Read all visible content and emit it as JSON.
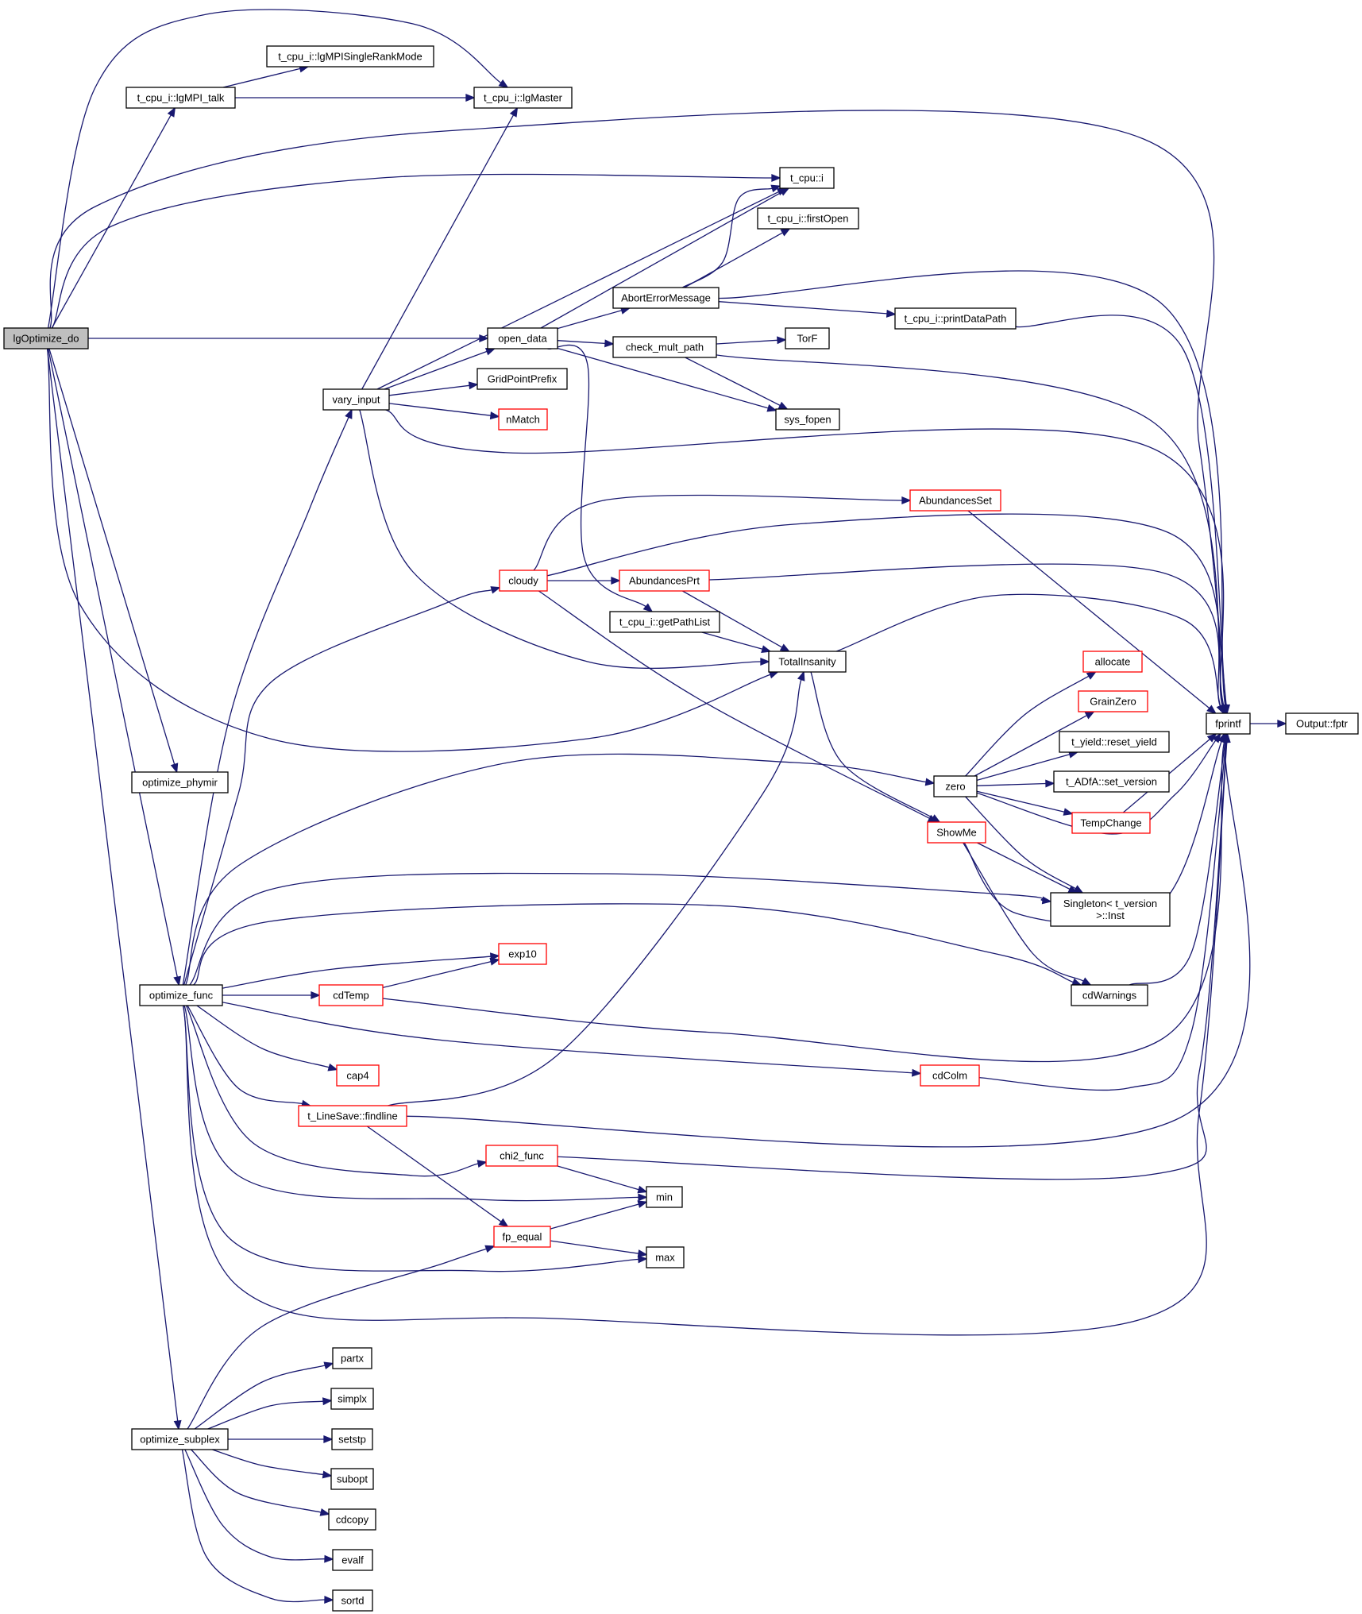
{
  "graph": {
    "root": "lgOptimize_do",
    "colors": {
      "edge": "#191970",
      "node_border": "#000000",
      "truncated_border": "#ff0000",
      "root_fill": "#bfbfbf"
    },
    "nodes": [
      {
        "id": "lgOptimize_do",
        "lines": [
          "lgOptimize_do"
        ],
        "root": true
      },
      {
        "id": "lgMPI_talk",
        "lines": [
          "t_cpu_i::lgMPI_talk"
        ]
      },
      {
        "id": "lgMPISingleRankMode",
        "lines": [
          "t_cpu_i::lgMPISingleRankMode"
        ]
      },
      {
        "id": "lgMaster",
        "lines": [
          "t_cpu_i::lgMaster"
        ]
      },
      {
        "id": "t_cpu_i",
        "lines": [
          "t_cpu::i"
        ]
      },
      {
        "id": "firstOpen",
        "lines": [
          "t_cpu_i::firstOpen"
        ]
      },
      {
        "id": "AbortErrorMessage",
        "lines": [
          "AbortErrorMessage"
        ]
      },
      {
        "id": "printDataPath",
        "lines": [
          "t_cpu_i::printDataPath"
        ]
      },
      {
        "id": "open_data",
        "lines": [
          "open_data"
        ]
      },
      {
        "id": "check_mult_path",
        "lines": [
          "check_mult_path"
        ]
      },
      {
        "id": "TorF",
        "lines": [
          "TorF"
        ]
      },
      {
        "id": "vary_input",
        "lines": [
          "vary_input"
        ]
      },
      {
        "id": "GridPointPrefix",
        "lines": [
          "GridPointPrefix"
        ]
      },
      {
        "id": "nMatch",
        "lines": [
          "nMatch"
        ],
        "truncated": true
      },
      {
        "id": "sys_fopen",
        "lines": [
          "sys_fopen"
        ]
      },
      {
        "id": "AbundancesSet",
        "lines": [
          "AbundancesSet"
        ],
        "truncated": true
      },
      {
        "id": "cloudy",
        "lines": [
          "cloudy"
        ],
        "truncated": true
      },
      {
        "id": "AbundancesPrt",
        "lines": [
          "AbundancesPrt"
        ],
        "truncated": true
      },
      {
        "id": "getPathList",
        "lines": [
          "t_cpu_i::getPathList"
        ]
      },
      {
        "id": "TotalInsanity",
        "lines": [
          "TotalInsanity"
        ]
      },
      {
        "id": "allocate",
        "lines": [
          "allocate"
        ],
        "truncated": true
      },
      {
        "id": "GrainZero",
        "lines": [
          "GrainZero"
        ],
        "truncated": true
      },
      {
        "id": "fprintf",
        "lines": [
          "fprintf"
        ]
      },
      {
        "id": "Output_fptr",
        "lines": [
          "Output::fptr"
        ]
      },
      {
        "id": "reset_yield",
        "lines": [
          "t_yield::reset_yield"
        ]
      },
      {
        "id": "optimize_phymir",
        "lines": [
          "optimize_phymir"
        ]
      },
      {
        "id": "zero",
        "lines": [
          "zero"
        ]
      },
      {
        "id": "set_version",
        "lines": [
          "t_ADfA::set_version"
        ]
      },
      {
        "id": "ShowMe",
        "lines": [
          "ShowMe"
        ],
        "truncated": true
      },
      {
        "id": "TempChange",
        "lines": [
          "TempChange"
        ],
        "truncated": true
      },
      {
        "id": "Singleton_Inst",
        "lines": [
          "Singleton< t_version",
          ">::Inst"
        ]
      },
      {
        "id": "exp10",
        "lines": [
          "exp10"
        ],
        "truncated": true
      },
      {
        "id": "optimize_func",
        "lines": [
          "optimize_func"
        ]
      },
      {
        "id": "cdTemp",
        "lines": [
          "cdTemp"
        ],
        "truncated": true
      },
      {
        "id": "cdWarnings",
        "lines": [
          "cdWarnings"
        ]
      },
      {
        "id": "cap4",
        "lines": [
          "cap4"
        ],
        "truncated": true
      },
      {
        "id": "cdColm",
        "lines": [
          "cdColm"
        ],
        "truncated": true
      },
      {
        "id": "findline",
        "lines": [
          "t_LineSave::findline"
        ],
        "truncated": true
      },
      {
        "id": "chi2_func",
        "lines": [
          "chi2_func"
        ],
        "truncated": true
      },
      {
        "id": "min",
        "lines": [
          "min"
        ]
      },
      {
        "id": "fp_equal",
        "lines": [
          "fp_equal"
        ],
        "truncated": true
      },
      {
        "id": "max",
        "lines": [
          "max"
        ]
      },
      {
        "id": "partx",
        "lines": [
          "partx"
        ]
      },
      {
        "id": "simplx",
        "lines": [
          "simplx"
        ]
      },
      {
        "id": "optimize_subplex",
        "lines": [
          "optimize_subplex"
        ]
      },
      {
        "id": "setstp",
        "lines": [
          "setstp"
        ]
      },
      {
        "id": "subopt",
        "lines": [
          "subopt"
        ]
      },
      {
        "id": "cdcopy",
        "lines": [
          "cdcopy"
        ]
      },
      {
        "id": "evalf",
        "lines": [
          "evalf"
        ]
      },
      {
        "id": "sortd",
        "lines": [
          "sortd"
        ]
      }
    ],
    "edges": [
      [
        "lgOptimize_do",
        "lgMaster"
      ],
      [
        "lgOptimize_do",
        "lgMPI_talk"
      ],
      [
        "lgOptimize_do",
        "fprintf"
      ],
      [
        "lgOptimize_do",
        "t_cpu_i"
      ],
      [
        "lgOptimize_do",
        "open_data"
      ],
      [
        "lgOptimize_do",
        "TotalInsanity"
      ],
      [
        "lgOptimize_do",
        "optimize_phymir"
      ],
      [
        "lgOptimize_do",
        "optimize_func"
      ],
      [
        "lgOptimize_do",
        "optimize_subplex"
      ],
      [
        "lgMPI_talk",
        "lgMPISingleRankMode"
      ],
      [
        "lgMPI_talk",
        "lgMaster"
      ],
      [
        "vary_input",
        "lgMaster"
      ],
      [
        "vary_input",
        "t_cpu_i"
      ],
      [
        "vary_input",
        "open_data"
      ],
      [
        "vary_input",
        "GridPointPrefix"
      ],
      [
        "vary_input",
        "nMatch"
      ],
      [
        "vary_input",
        "fprintf"
      ],
      [
        "vary_input",
        "TotalInsanity"
      ],
      [
        "open_data",
        "t_cpu_i"
      ],
      [
        "open_data",
        "AbortErrorMessage"
      ],
      [
        "open_data",
        "check_mult_path"
      ],
      [
        "open_data",
        "sys_fopen"
      ],
      [
        "open_data",
        "getPathList"
      ],
      [
        "AbortErrorMessage",
        "t_cpu_i"
      ],
      [
        "AbortErrorMessage",
        "firstOpen"
      ],
      [
        "AbortErrorMessage",
        "printDataPath"
      ],
      [
        "AbortErrorMessage",
        "fprintf"
      ],
      [
        "printDataPath",
        "fprintf"
      ],
      [
        "check_mult_path",
        "TorF"
      ],
      [
        "check_mult_path",
        "sys_fopen"
      ],
      [
        "check_mult_path",
        "fprintf"
      ],
      [
        "cloudy",
        "AbundancesSet"
      ],
      [
        "cloudy",
        "fprintf"
      ],
      [
        "cloudy",
        "AbundancesPrt"
      ],
      [
        "cloudy",
        "ShowMe"
      ],
      [
        "AbundancesSet",
        "fprintf"
      ],
      [
        "AbundancesPrt",
        "fprintf"
      ],
      [
        "AbundancesPrt",
        "TotalInsanity"
      ],
      [
        "getPathList",
        "TotalInsanity"
      ],
      [
        "TotalInsanity",
        "fprintf"
      ],
      [
        "TotalInsanity",
        "ShowMe"
      ],
      [
        "fprintf",
        "Output_fptr"
      ],
      [
        "zero",
        "allocate"
      ],
      [
        "zero",
        "GrainZero"
      ],
      [
        "zero",
        "reset_yield"
      ],
      [
        "zero",
        "set_version"
      ],
      [
        "zero",
        "TempChange"
      ],
      [
        "zero",
        "Singleton_Inst"
      ],
      [
        "zero",
        "fprintf"
      ],
      [
        "TempChange",
        "fprintf"
      ],
      [
        "ShowMe",
        "Singleton_Inst"
      ],
      [
        "ShowMe",
        "cdWarnings"
      ],
      [
        "ShowMe",
        "fprintf"
      ],
      [
        "cdWarnings",
        "fprintf"
      ],
      [
        "optimize_func",
        "vary_input"
      ],
      [
        "optimize_func",
        "cloudy"
      ],
      [
        "optimize_func",
        "zero"
      ],
      [
        "optimize_func",
        "Singleton_Inst"
      ],
      [
        "optimize_func",
        "cdWarnings"
      ],
      [
        "optimize_func",
        "exp10"
      ],
      [
        "optimize_func",
        "cdTemp"
      ],
      [
        "optimize_func",
        "cdColm"
      ],
      [
        "optimize_func",
        "cap4"
      ],
      [
        "optimize_func",
        "findline"
      ],
      [
        "optimize_func",
        "chi2_func"
      ],
      [
        "optimize_func",
        "min"
      ],
      [
        "optimize_func",
        "max"
      ],
      [
        "optimize_func",
        "fprintf"
      ],
      [
        "cdTemp",
        "exp10"
      ],
      [
        "cdTemp",
        "fprintf"
      ],
      [
        "cdColm",
        "fprintf"
      ],
      [
        "findline",
        "TotalInsanity"
      ],
      [
        "findline",
        "fprintf"
      ],
      [
        "findline",
        "fp_equal"
      ],
      [
        "chi2_func",
        "fprintf"
      ],
      [
        "chi2_func",
        "min"
      ],
      [
        "fp_equal",
        "min"
      ],
      [
        "fp_equal",
        "max"
      ],
      [
        "optimize_subplex",
        "fp_equal"
      ],
      [
        "optimize_subplex",
        "partx"
      ],
      [
        "optimize_subplex",
        "simplx"
      ],
      [
        "optimize_subplex",
        "setstp"
      ],
      [
        "optimize_subplex",
        "subopt"
      ],
      [
        "optimize_subplex",
        "cdcopy"
      ],
      [
        "optimize_subplex",
        "evalf"
      ],
      [
        "optimize_subplex",
        "sortd"
      ]
    ]
  }
}
